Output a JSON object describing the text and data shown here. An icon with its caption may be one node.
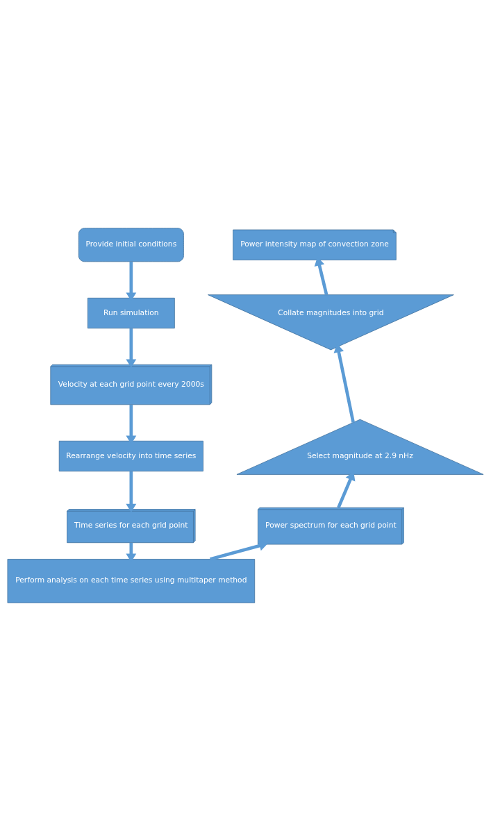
{
  "diagram": {
    "nodes": [
      {
        "text": [
          "Provide initial conditions"
        ]
      },
      {
        "text": [
          "Run simulation"
        ]
      },
      {
        "text": [
          "Velocity at each grid point every 2000s"
        ]
      },
      {
        "text": [
          "Rearrange velocity into time series"
        ]
      },
      {
        "text": [
          "Time series for each grid point"
        ]
      },
      {
        "text": [
          "Perform analysis on each time series using multitaper method"
        ]
      },
      {
        "text": [
          "Power spectrum for each grid point"
        ]
      },
      {
        "text": [
          "Select magnitude at 2.9 nHz"
        ]
      },
      {
        "text": [
          "Collate magnitudes into grid"
        ]
      },
      {
        "text": [
          "Power intensity map of convection zone"
        ]
      }
    ],
    "edges": [
      {
        "from": 0,
        "to": 1,
        "arrow": "to"
      },
      {
        "from": 1,
        "to": 2,
        "arrow": "to"
      },
      {
        "from": 2,
        "to": 3,
        "arrow": "to"
      },
      {
        "from": 3,
        "to": 4,
        "arrow": "to"
      },
      {
        "from": 4,
        "to": 5,
        "arrow": "to"
      },
      {
        "from": 5,
        "to": 6,
        "arrow": "to"
      },
      {
        "from": 6,
        "to": 7,
        "arrow": "to"
      },
      {
        "from": 7,
        "to": 8,
        "arrow": "to"
      },
      {
        "from": 8,
        "to": 9,
        "arrow": "to"
      }
    ]
  }
}
